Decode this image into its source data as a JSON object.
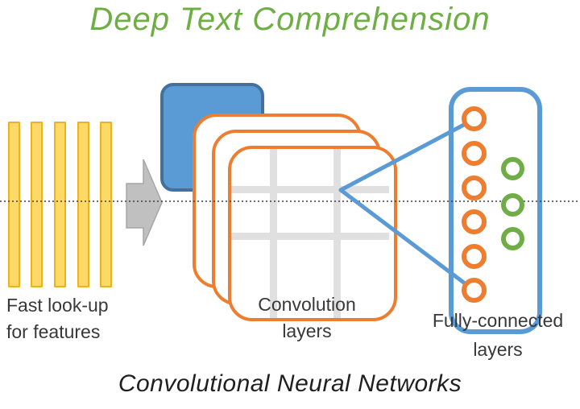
{
  "title": "Deep Text Comprehension",
  "caption": "Convolutional Neural Networks",
  "palette": {
    "title_green": "#6fae44",
    "node_green": "#70ad47",
    "orange": "#ed7d31",
    "blue": "#5b9bd5",
    "blue_dark": "#41719c",
    "gold_fill": "#ffd966",
    "gold_border": "#eeb220",
    "arrow_gray": "#c0c0c0",
    "arrow_gray_border": "#a6a6a6",
    "grid_gray": "#e0e0e0",
    "text_dark": "#383838"
  },
  "input_block": {
    "label": [
      "Fast look-up",
      "for features"
    ],
    "bar_count": 5
  },
  "conv_block": {
    "label": [
      "Convolution",
      "layers"
    ],
    "plate_count": 3
  },
  "fc_block": {
    "label": [
      "Fully-connected",
      "layers"
    ],
    "orange_node_count": 6,
    "green_node_count": 3
  }
}
